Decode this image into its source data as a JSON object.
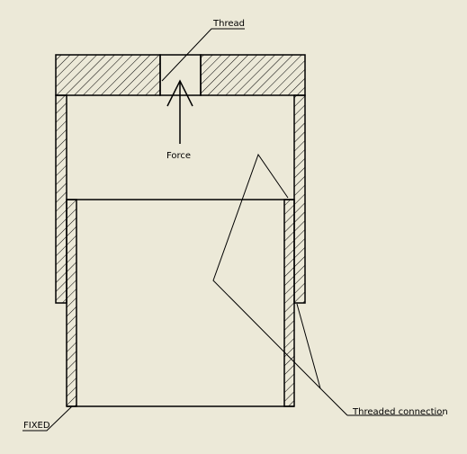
{
  "labels": {
    "thread": "Thread",
    "force": "Force",
    "threaded_connection": "Threaded connection",
    "fixed": "FIXED"
  },
  "colors": {
    "background": "#ece9d8",
    "line": "#000000"
  }
}
